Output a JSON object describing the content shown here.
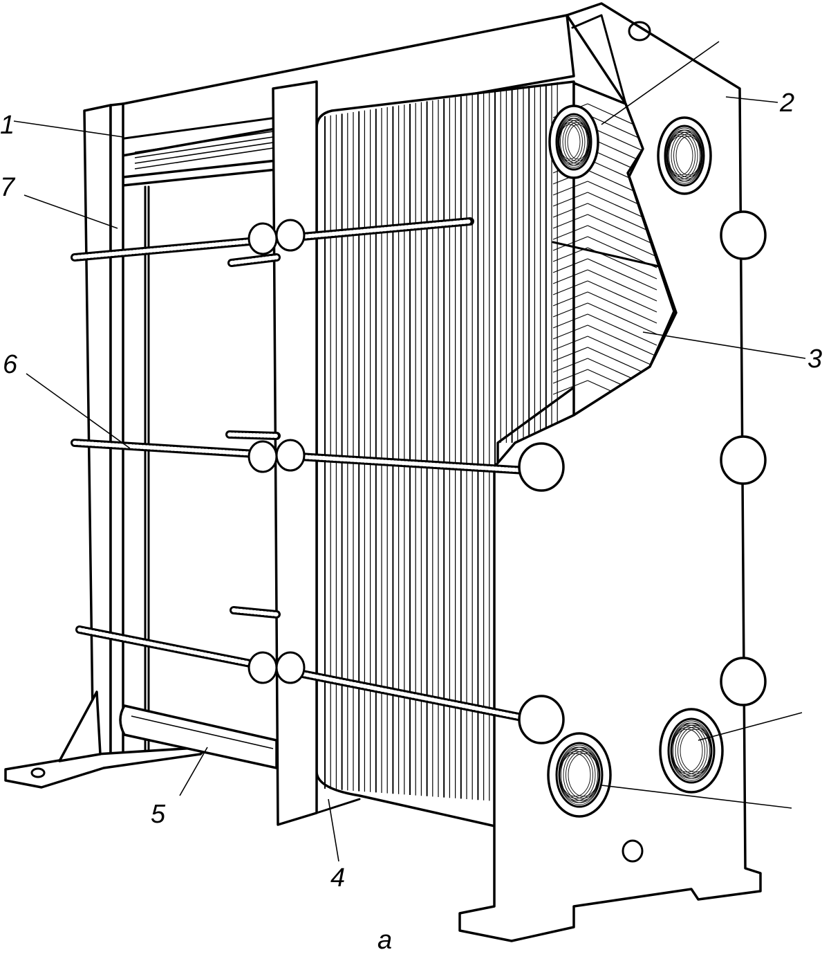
{
  "labels": {
    "l1": "1",
    "l2": "2",
    "l3": "3",
    "l4": "4",
    "l5": "5",
    "l6": "6",
    "l7": "7",
    "caption": "a"
  }
}
